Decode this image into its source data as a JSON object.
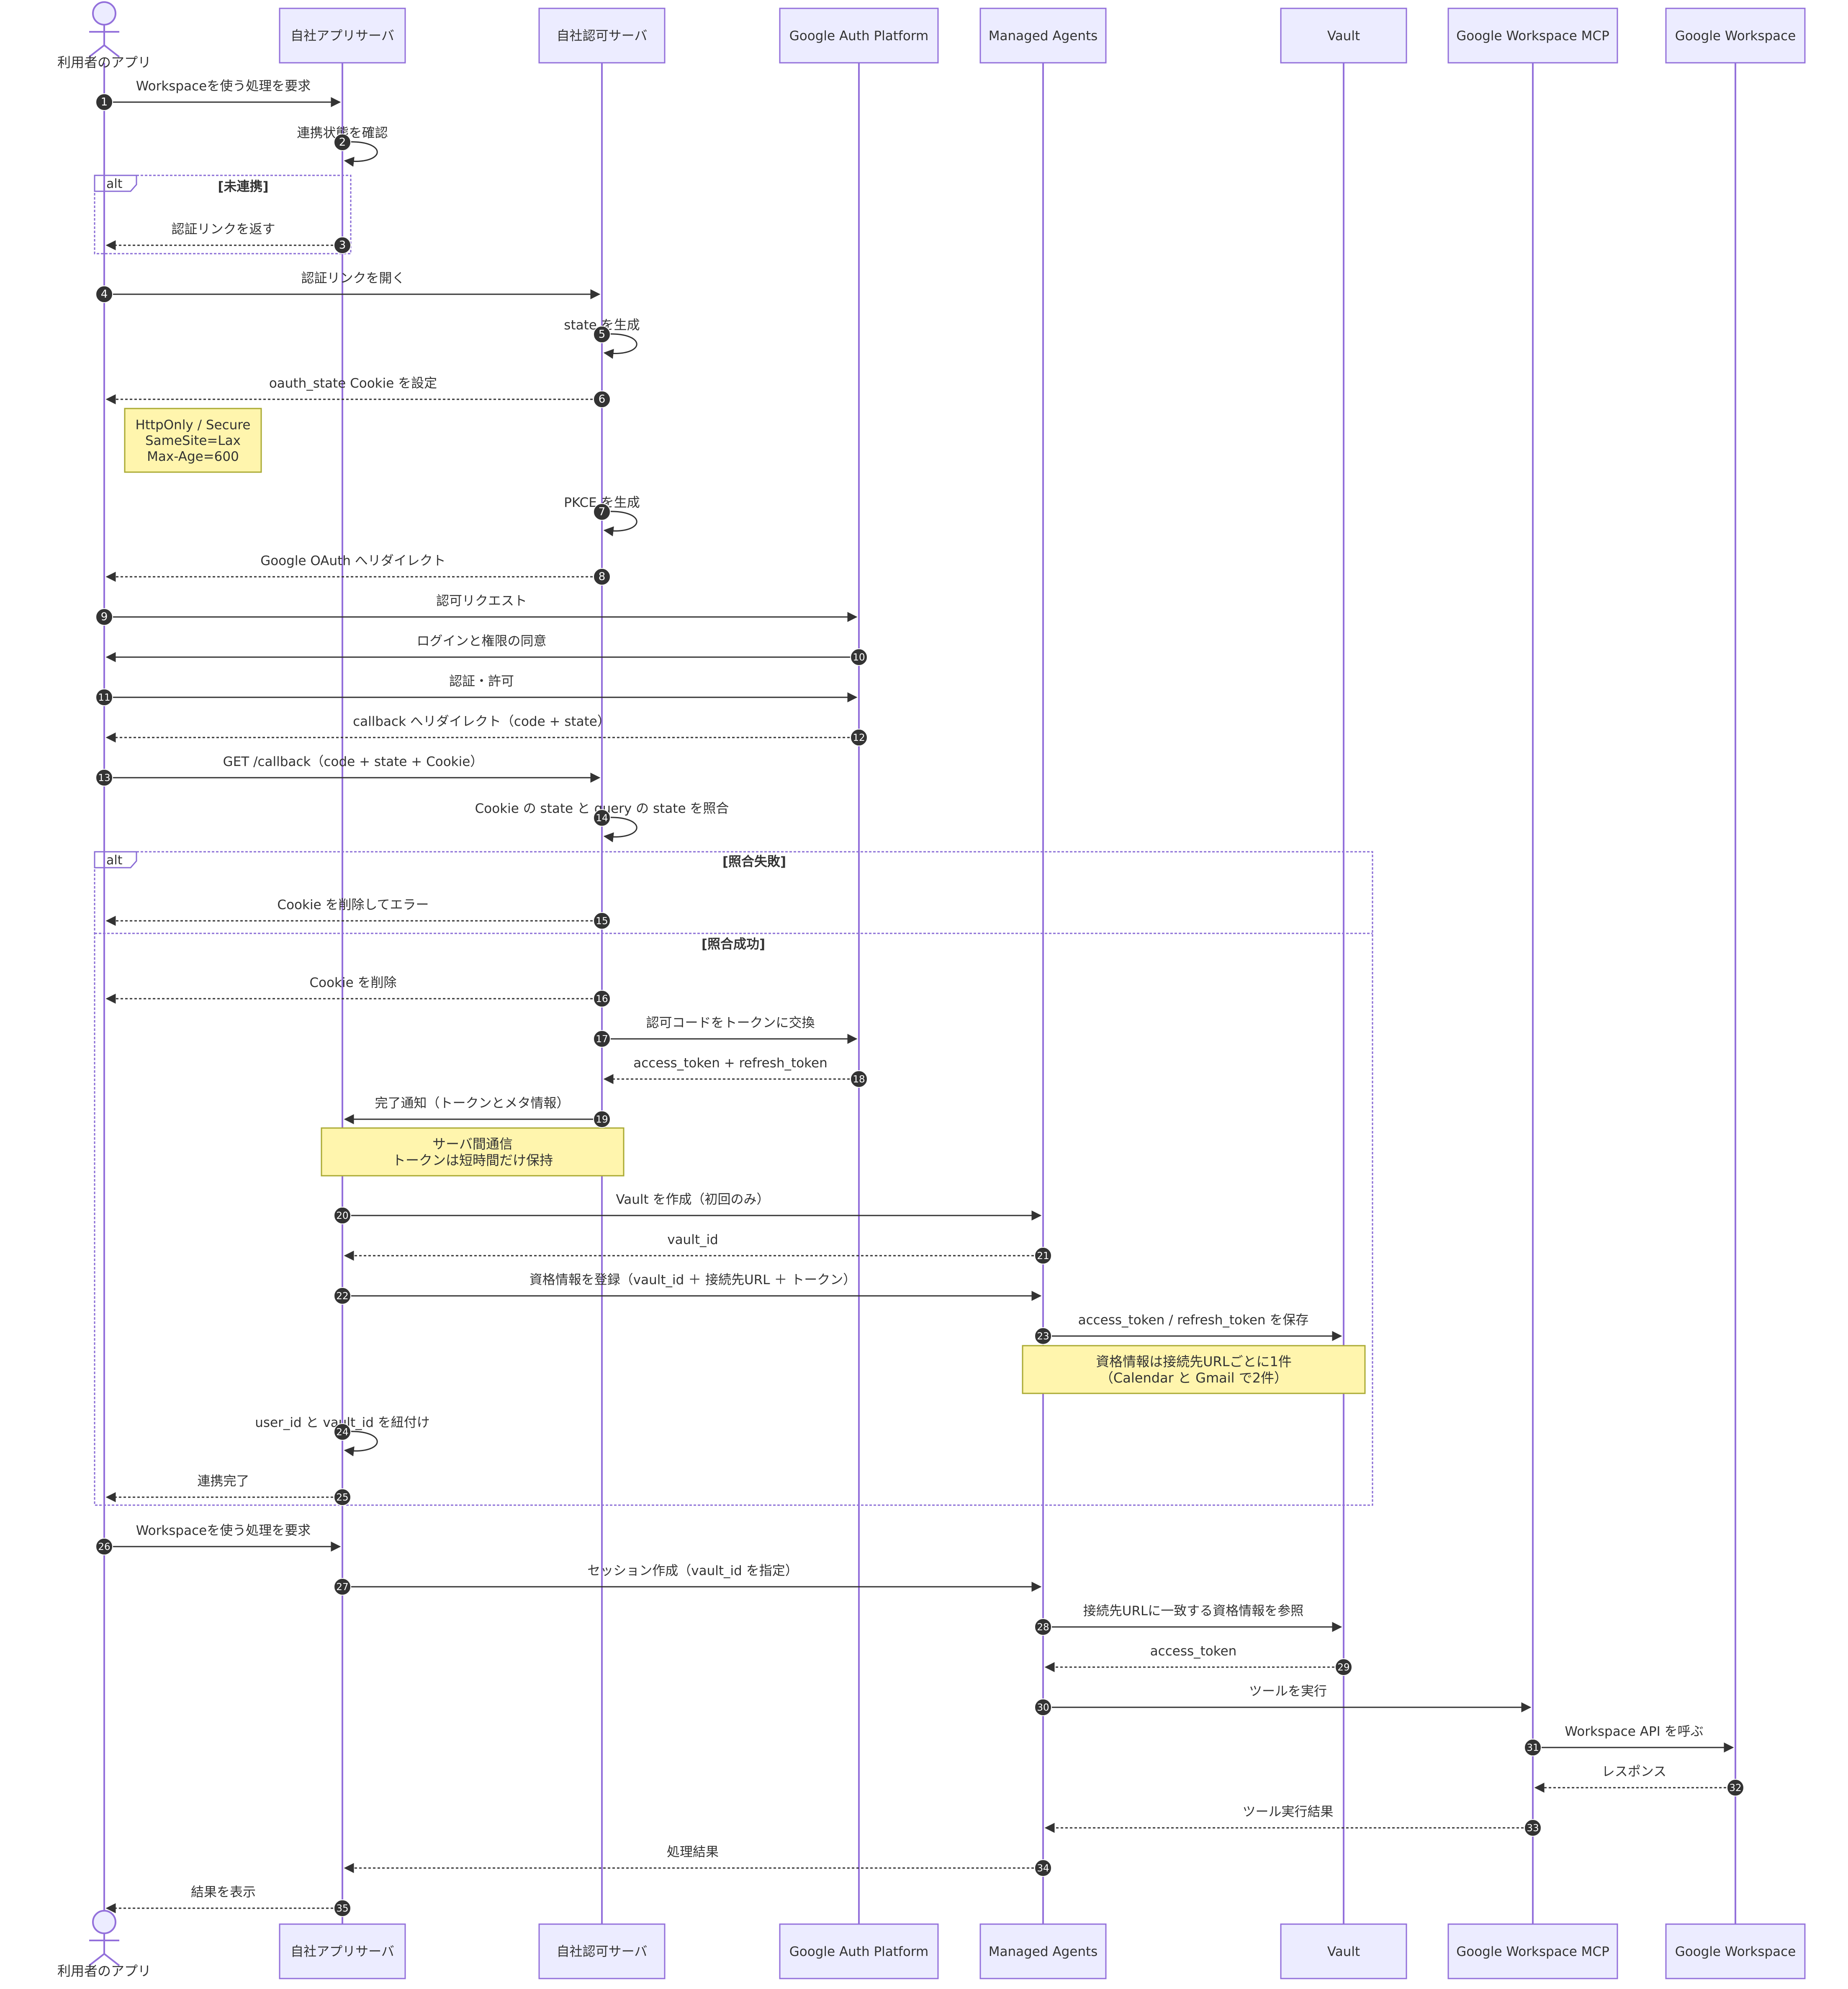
{
  "participants": [
    {
      "id": "user",
      "label": "利用者のアプリ",
      "kind": "actor"
    },
    {
      "id": "app",
      "label": "自社アプリサーバ",
      "kind": "box"
    },
    {
      "id": "auth",
      "label": "自社認可サーバ",
      "kind": "box"
    },
    {
      "id": "gap",
      "label": "Google Auth Platform",
      "kind": "box"
    },
    {
      "id": "ma",
      "label": "Managed Agents",
      "kind": "box"
    },
    {
      "id": "vault",
      "label": "Vault",
      "kind": "box"
    },
    {
      "id": "mcp",
      "label": "Google Workspace MCP",
      "kind": "box"
    },
    {
      "id": "gw",
      "label": "Google Workspace",
      "kind": "box"
    }
  ],
  "messages": [
    {
      "n": "1",
      "from": "user",
      "to": "app",
      "label": "Workspaceを使う処理を要求",
      "style": "solid"
    },
    {
      "n": "2",
      "from": "app",
      "to": "app",
      "label": "連携状態を確認",
      "style": "self"
    },
    {
      "n": "3",
      "from": "app",
      "to": "user",
      "label": "認証リンクを返す",
      "style": "dashed"
    },
    {
      "n": "4",
      "from": "user",
      "to": "auth",
      "label": "認証リンクを開く",
      "style": "solid"
    },
    {
      "n": "5",
      "from": "auth",
      "to": "auth",
      "label": "state を生成",
      "style": "self"
    },
    {
      "n": "6",
      "from": "auth",
      "to": "user",
      "label": "oauth_state Cookie を設定",
      "style": "dashed"
    },
    {
      "n": "7",
      "from": "auth",
      "to": "auth",
      "label": "PKCE を生成",
      "style": "self"
    },
    {
      "n": "8",
      "from": "auth",
      "to": "user",
      "label": "Google OAuth へリダイレクト",
      "style": "dashed"
    },
    {
      "n": "9",
      "from": "user",
      "to": "gap",
      "label": "認可リクエスト",
      "style": "solid"
    },
    {
      "n": "10",
      "from": "gap",
      "to": "user",
      "label": "ログインと権限の同意",
      "style": "solid"
    },
    {
      "n": "11",
      "from": "user",
      "to": "gap",
      "label": "認証・許可",
      "style": "solid"
    },
    {
      "n": "12",
      "from": "gap",
      "to": "user",
      "label": "callback へリダイレクト（code + state）",
      "style": "dashed"
    },
    {
      "n": "13",
      "from": "user",
      "to": "auth",
      "label": "GET /callback（code + state + Cookie）",
      "style": "solid"
    },
    {
      "n": "14",
      "from": "auth",
      "to": "auth",
      "label": "Cookie の state と query の state を照合",
      "style": "self"
    },
    {
      "n": "15",
      "from": "auth",
      "to": "user",
      "label": "Cookie を削除してエラー",
      "style": "dashed"
    },
    {
      "n": "16",
      "from": "auth",
      "to": "user",
      "label": "Cookie を削除",
      "style": "dashed"
    },
    {
      "n": "17",
      "from": "auth",
      "to": "gap",
      "label": "認可コードをトークンに交換",
      "style": "solid"
    },
    {
      "n": "18",
      "from": "gap",
      "to": "auth",
      "label": "access_token + refresh_token",
      "style": "dashed"
    },
    {
      "n": "19",
      "from": "auth",
      "to": "app",
      "label": "完了通知（トークンとメタ情報）",
      "style": "solid"
    },
    {
      "n": "20",
      "from": "app",
      "to": "ma",
      "label": "Vault を作成（初回のみ）",
      "style": "solid"
    },
    {
      "n": "21",
      "from": "ma",
      "to": "app",
      "label": "vault_id",
      "style": "dashed"
    },
    {
      "n": "22",
      "from": "app",
      "to": "ma",
      "label": "資格情報を登録（vault_id ＋ 接続先URL ＋ トークン）",
      "style": "solid"
    },
    {
      "n": "23",
      "from": "ma",
      "to": "vault",
      "label": "access_token / refresh_token を保存",
      "style": "solid"
    },
    {
      "n": "24",
      "from": "app",
      "to": "app",
      "label": "user_id と vault_id を紐付け",
      "style": "self"
    },
    {
      "n": "25",
      "from": "app",
      "to": "user",
      "label": "連携完了",
      "style": "dashed"
    },
    {
      "n": "26",
      "from": "user",
      "to": "app",
      "label": "Workspaceを使う処理を要求",
      "style": "solid"
    },
    {
      "n": "27",
      "from": "app",
      "to": "ma",
      "label": "セッション作成（vault_id を指定）",
      "style": "solid"
    },
    {
      "n": "28",
      "from": "ma",
      "to": "vault",
      "label": "接続先URLに一致する資格情報を参照",
      "style": "solid"
    },
    {
      "n": "29",
      "from": "vault",
      "to": "ma",
      "label": "access_token",
      "style": "dashed"
    },
    {
      "n": "30",
      "from": "ma",
      "to": "mcp",
      "label": "ツールを実行",
      "style": "solid"
    },
    {
      "n": "31",
      "from": "mcp",
      "to": "gw",
      "label": "Workspace API を呼ぶ",
      "style": "solid"
    },
    {
      "n": "32",
      "from": "gw",
      "to": "mcp",
      "label": "レスポンス",
      "style": "dashed"
    },
    {
      "n": "33",
      "from": "mcp",
      "to": "ma",
      "label": "ツール実行結果",
      "style": "dashed"
    },
    {
      "n": "34",
      "from": "ma",
      "to": "app",
      "label": "処理結果",
      "style": "dashed"
    },
    {
      "n": "35",
      "from": "app",
      "to": "user",
      "label": "結果を表示",
      "style": "dashed"
    }
  ],
  "notes": [
    {
      "lines": [
        "HttpOnly / Secure",
        "SameSite=Lax",
        "Max-Age=600"
      ]
    },
    {
      "lines": [
        "サーバ間通信",
        "トークンは短時間だけ保持"
      ]
    },
    {
      "lines": [
        "資格情報は接続先URLごとに1件",
        "（Calendar と Gmail で2件）"
      ]
    }
  ],
  "fragments": [
    {
      "keyword": "alt",
      "conditions": [
        "[未連携]"
      ]
    },
    {
      "keyword": "alt",
      "conditions": [
        "[照合失敗]",
        "[照合成功]"
      ]
    }
  ],
  "colors": {
    "lifeline": "#9370db",
    "box_fill": "#ececff",
    "box_stroke": "#9370db",
    "note_fill": "#fff5ad",
    "note_stroke": "#aaaa33",
    "arrow": "#333333",
    "badge": "#333333",
    "fragment": "#8a6cd6"
  }
}
